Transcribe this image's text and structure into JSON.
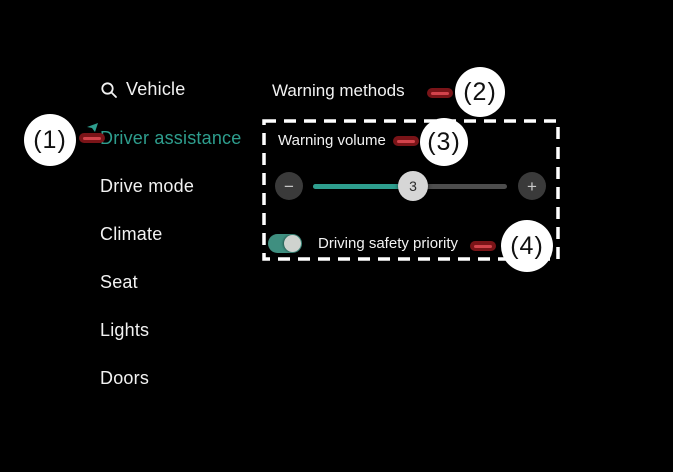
{
  "colors": {
    "background": "#000000",
    "accent_teal": "#2e9e8e",
    "marker_red": "#d2434b",
    "marker_red_dark": "#7a1418",
    "annotation_circle_bg": "#ffffff"
  },
  "sidebar": {
    "items": [
      {
        "label": "Vehicle",
        "icon": "search",
        "active": false
      },
      {
        "label": "Driver assistance",
        "active": true
      },
      {
        "label": "Drive mode",
        "active": false
      },
      {
        "label": "Climate",
        "active": false
      },
      {
        "label": "Seat",
        "active": false
      },
      {
        "label": "Lights",
        "active": false
      },
      {
        "label": "Doors",
        "active": false
      }
    ]
  },
  "content": {
    "warning_methods": {
      "label": "Warning methods"
    },
    "group": {
      "warning_volume": {
        "label": "Warning volume"
      },
      "volume_slider": {
        "minus_label": "−",
        "plus_label": "+",
        "value": "3",
        "fill_percent": 51.5
      },
      "driving_safety": {
        "label": "Driving safety priority",
        "toggle_state": "on"
      }
    }
  },
  "annotations": {
    "markers": [
      {
        "label": "(1)"
      },
      {
        "label": "(2)"
      },
      {
        "label": "(3)"
      },
      {
        "label": "(4)"
      }
    ]
  }
}
